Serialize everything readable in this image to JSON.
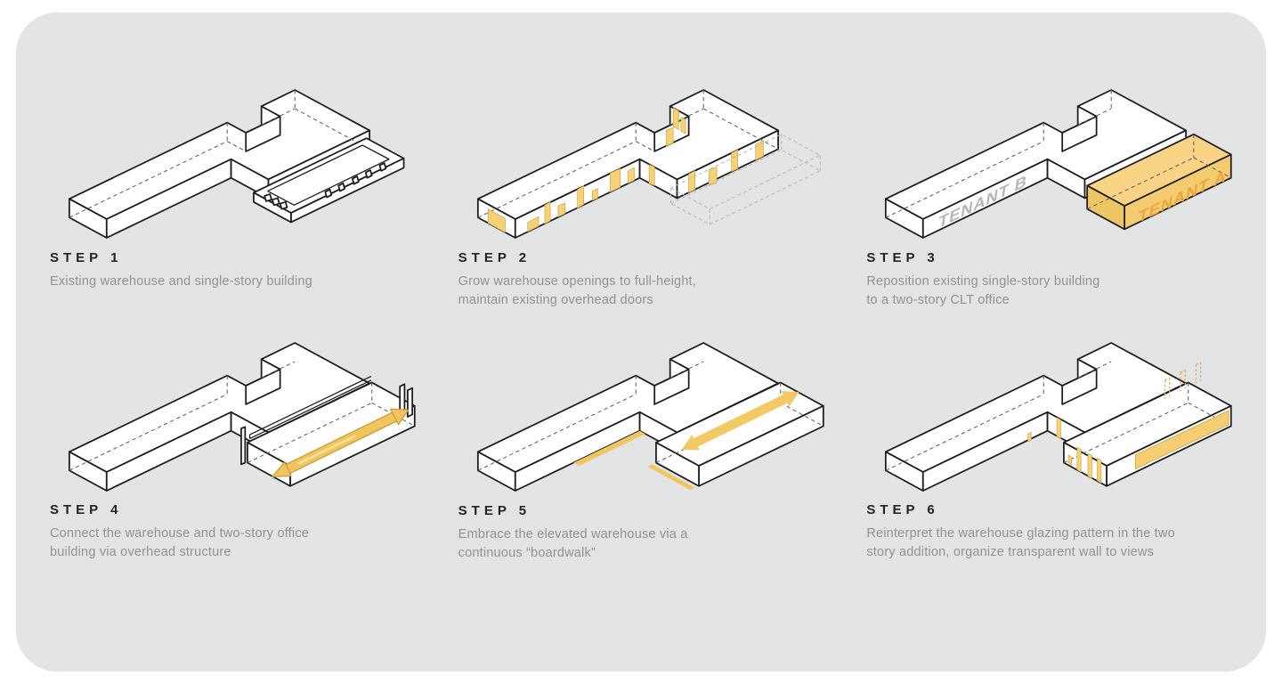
{
  "page": {
    "background": "#ffffff",
    "panel_color": "#e2e4e5",
    "accent_yellow": "#f3c95f",
    "window_yellow": "#f7d172",
    "tenant_a_color": "#eba73d",
    "tenant_b_color": "#b4b6b8"
  },
  "steps": [
    {
      "label": "STEP 1",
      "lines": [
        "Existing warehouse and single-story building"
      ]
    },
    {
      "label": "STEP 2",
      "lines": [
        "Grow warehouse openings to full-height,",
        "maintain existing overhead doors"
      ]
    },
    {
      "label": "STEP 3",
      "lines": [
        "Reposition existing single-story building",
        "to a two-story CLT office"
      ],
      "tenant_a": "TENANT A",
      "tenant_b": "TENANT B"
    },
    {
      "label": "STEP 4",
      "lines": [
        "Connect the warehouse and two-story office",
        "building via overhead structure"
      ]
    },
    {
      "label": "STEP 5",
      "lines": [
        "Embrace the elevated warehouse via a",
        "continuous “boardwalk”"
      ]
    },
    {
      "label": "STEP 6",
      "lines": [
        "Reinterpret the warehouse glazing pattern in the two",
        "story addition, organize transparent wall to views"
      ]
    }
  ]
}
